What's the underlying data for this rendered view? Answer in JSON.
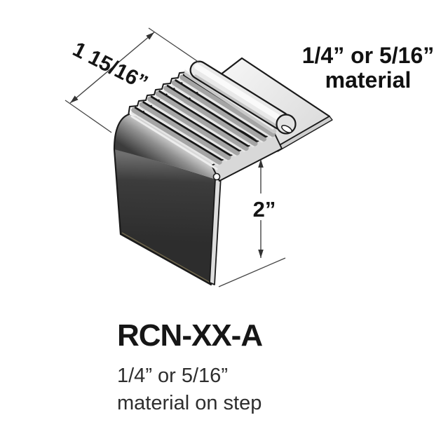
{
  "page": {
    "background": "#ffffff"
  },
  "diagram": {
    "description": "3D technical illustration of a stair nosing profile with dimension annotations",
    "dimensions": {
      "width_label": "1 15/16”",
      "height_label": "2”"
    },
    "material_note": {
      "line1": "1/4” or 5/16”",
      "line2": "material"
    },
    "colors": {
      "outline": "#1a1a1a",
      "front_face_dark": "#333333",
      "surface_light": "#e9e9e9",
      "rib_gray": "#a5a5a5",
      "sheet_light": "#ededed",
      "dimension_line": "#454545",
      "text": "#111111"
    }
  },
  "footer": {
    "product_code": "RCN-XX-A",
    "caption_line1": "1/4” or 5/16”",
    "caption_line2": "material on step"
  }
}
